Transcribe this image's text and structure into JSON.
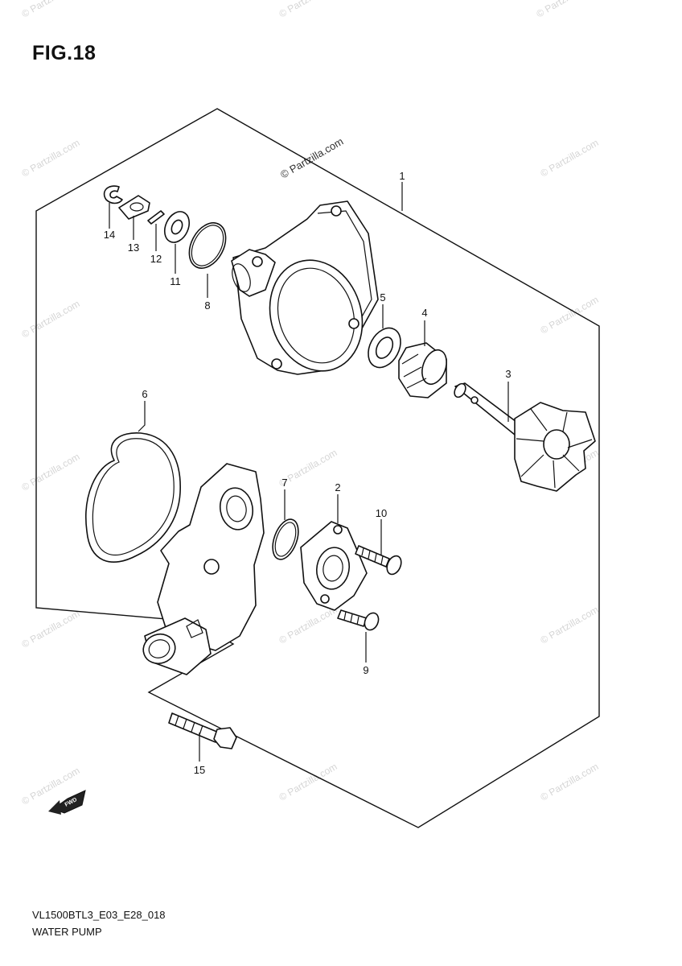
{
  "header": {
    "figure_label": "FIG.18"
  },
  "footer": {
    "drawing_code": "VL1500BTL3_E03_E28_018",
    "assembly_name": "WATER PUMP"
  },
  "watermark": {
    "text": "© Partzilla.com"
  },
  "direction_badge": {
    "text": "FWD"
  },
  "callouts": {
    "p1": "1",
    "p2": "2",
    "p3": "3",
    "p4": "4",
    "p5": "5",
    "p6": "6",
    "p7": "7",
    "p8": "8",
    "p9": "9",
    "p10": "10",
    "p11": "11",
    "p12": "12",
    "p13": "13",
    "p14": "14",
    "p15": "15"
  }
}
